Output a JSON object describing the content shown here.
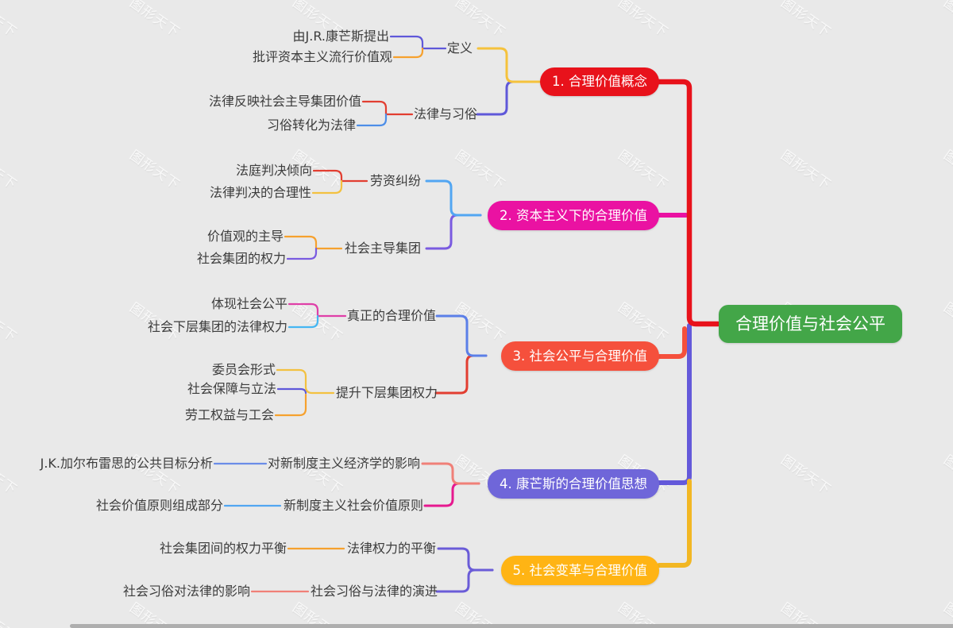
{
  "app": {
    "background_color": "#e9e9e9",
    "watermark_text": "图形天下"
  },
  "mindmap": {
    "root": {
      "label": "合理价值与社会公平",
      "color": "#43a648"
    },
    "trunk_colors": {
      "upper": "#e8121b",
      "middle": "#6459da",
      "lower": "#f2b723"
    },
    "branches": [
      {
        "label": "1. 合理价值概念",
        "color": "#e8121b",
        "children": [
          {
            "label": "定义",
            "children": [
              {
                "label": "由J.R.康芒斯提出"
              },
              {
                "label": "批评资本主义流行价值观"
              }
            ]
          },
          {
            "label": "法律与习俗",
            "children": [
              {
                "label": "法律反映社会主导集团价值"
              },
              {
                "label": "习俗转化为法律"
              }
            ]
          }
        ]
      },
      {
        "label": "2. 资本主义下的合理价值",
        "color": "#ea12a2",
        "children": [
          {
            "label": "劳资纠纷",
            "children": [
              {
                "label": "法庭判决倾向"
              },
              {
                "label": "法律判决的合理性"
              }
            ]
          },
          {
            "label": "社会主导集团",
            "children": [
              {
                "label": "价值观的主导"
              },
              {
                "label": "社会集团的权力"
              }
            ]
          }
        ]
      },
      {
        "label": "3. 社会公平与合理价值",
        "color": "#f5503c",
        "children": [
          {
            "label": "真正的合理价值",
            "children": [
              {
                "label": "体现社会公平"
              },
              {
                "label": "社会下层集团的法律权力"
              }
            ]
          },
          {
            "label": "提升下层集团权力",
            "children": [
              {
                "label": "委员会形式"
              },
              {
                "label": "社会保障与立法"
              },
              {
                "label": "劳工权益与工会"
              }
            ]
          }
        ]
      },
      {
        "label": "4. 康芒斯的合理价值思想",
        "color": "#6f66d9",
        "children": [
          {
            "label": "对新制度主义经济学的影响",
            "children": [
              {
                "label": "J.K.加尔布雷思的公共目标分析"
              }
            ]
          },
          {
            "label": "新制度主义社会价值原则",
            "children": [
              {
                "label": "社会价值原则组成部分"
              }
            ]
          }
        ]
      },
      {
        "label": "5. 社会变革与合理价值",
        "color": "#ffb414",
        "children": [
          {
            "label": "法律权力的平衡",
            "children": [
              {
                "label": "社会集团间的权力平衡"
              }
            ]
          },
          {
            "label": "社会习俗与法律的演进",
            "children": [
              {
                "label": "社会习俗对法律的影响"
              }
            ]
          }
        ]
      }
    ]
  }
}
